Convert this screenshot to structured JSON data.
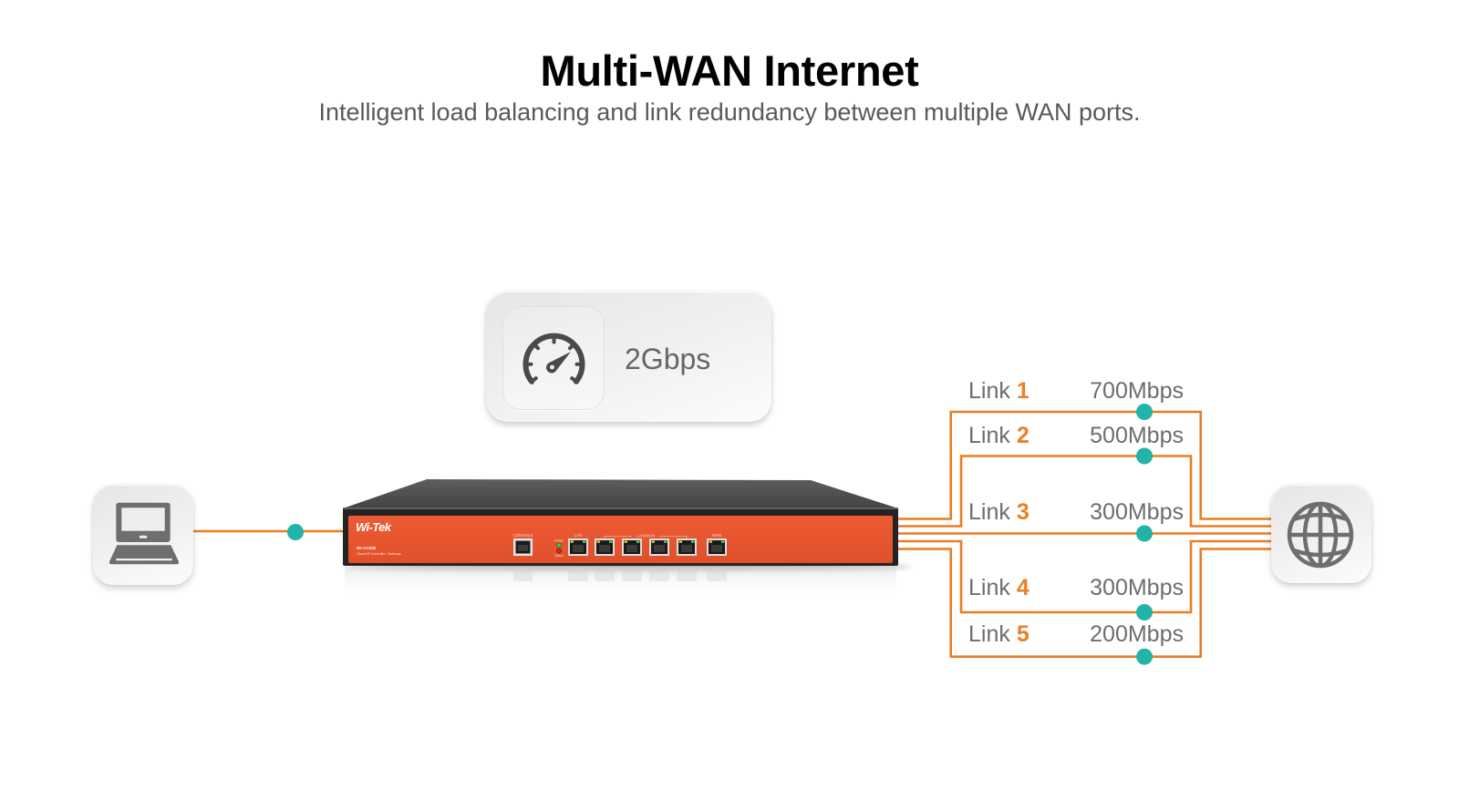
{
  "header": {
    "title": "Multi-WAN Internet",
    "subtitle": "Intelligent load balancing and link redundancy between multiple WAN ports."
  },
  "throughput": {
    "icon": "speedometer-icon",
    "value": "2Gbps"
  },
  "client": {
    "icon": "laptop-icon"
  },
  "internet": {
    "icon": "globe-icon"
  },
  "device": {
    "brand": "Wi-Tek",
    "model": "WI-AC560",
    "description": "Cloud AP Controller / Gateway",
    "port_labels": {
      "console": "CONSOLE",
      "lan": "LAN",
      "lan_wan": "LAN/WAN",
      "wan": "WAN",
      "power": "Power",
      "status": "Status"
    }
  },
  "links": [
    {
      "label": "Link",
      "number": "1",
      "speed": "700Mbps"
    },
    {
      "label": "Link",
      "number": "2",
      "speed": "500Mbps"
    },
    {
      "label": "Link",
      "number": "3",
      "speed": "300Mbps"
    },
    {
      "label": "Link",
      "number": "4",
      "speed": "300Mbps"
    },
    {
      "label": "Link",
      "number": "5",
      "speed": "200Mbps"
    }
  ],
  "theme": {
    "accent": "#e87d22",
    "node": "#22b3a9",
    "number": "#ea7f23",
    "face": "#e85530",
    "icon": "#6e6e6e",
    "gauge": "#4a4a4a",
    "title": "#000000",
    "subtitle": "#595959",
    "label": "#6d6d6d"
  }
}
